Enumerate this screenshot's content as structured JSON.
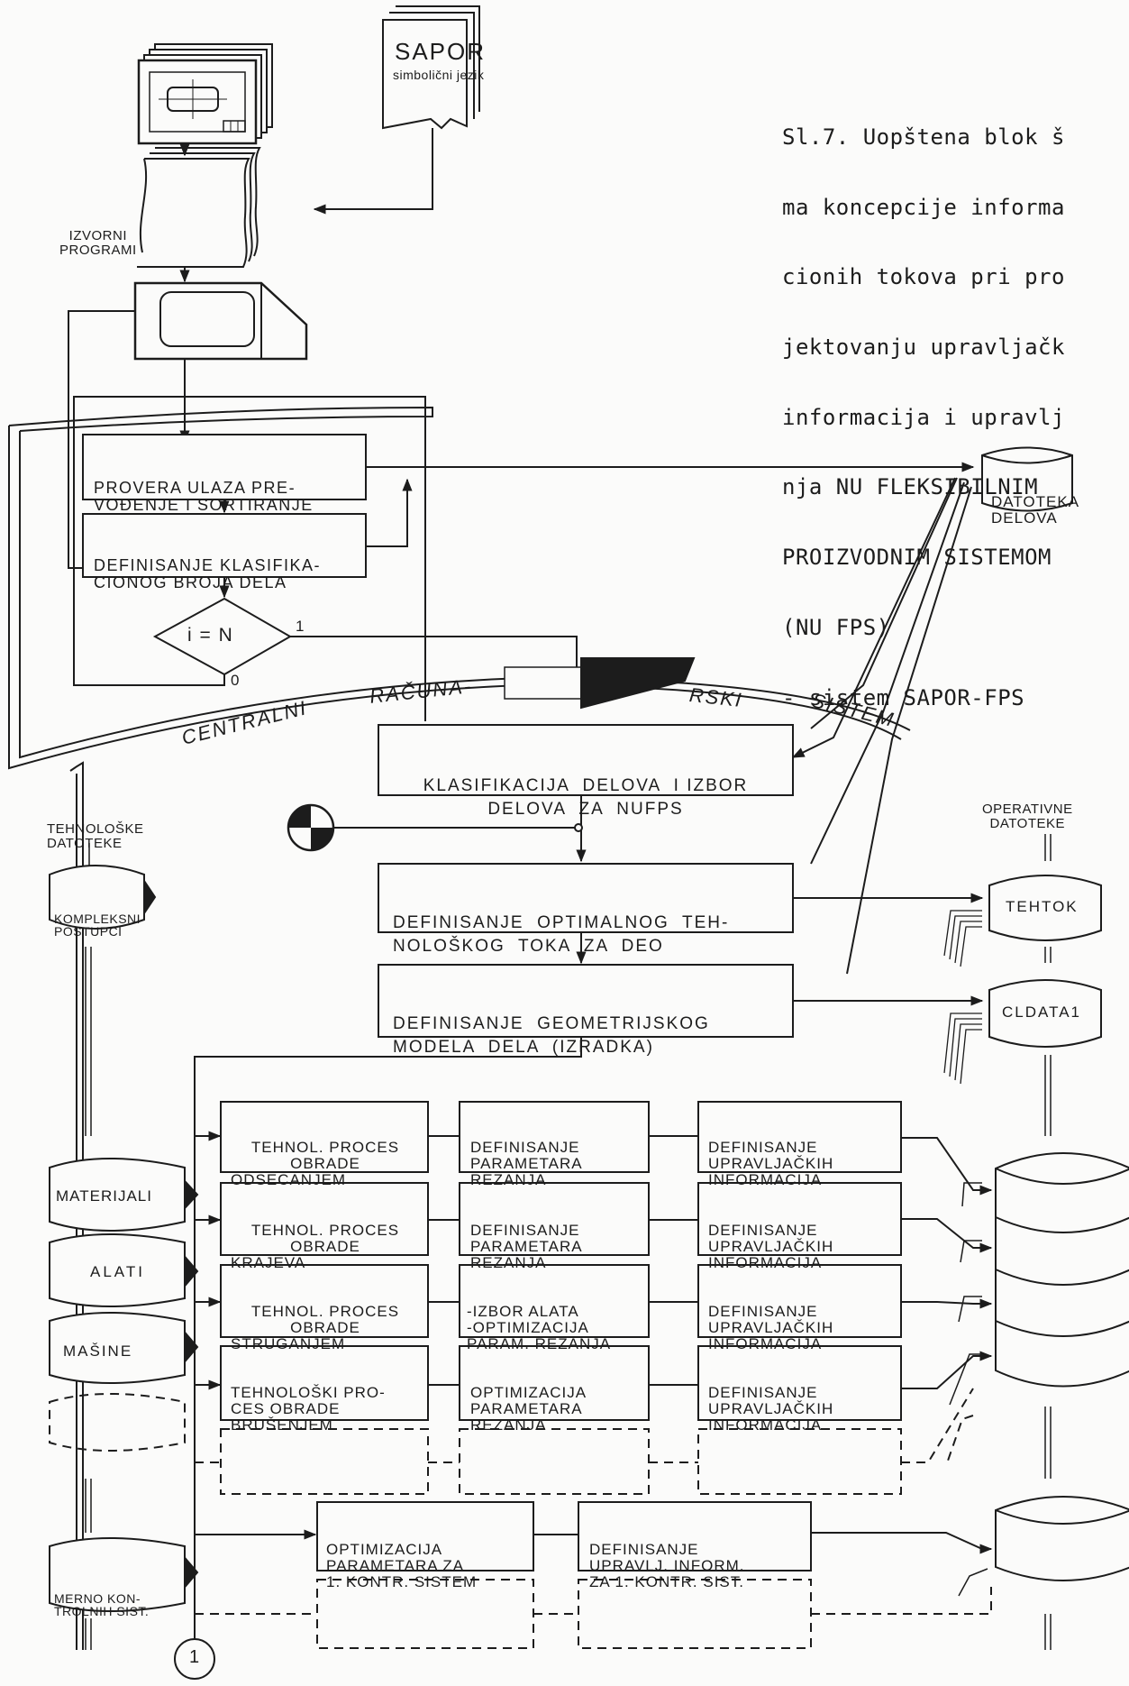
{
  "caption": [
    "Sl.7. Uopštena blok š",
    "ma koncepcije informa",
    "cionih tokova pri pro",
    "jektovanju upravljačk",
    "informacija i upravlj",
    "nja NU FLEKSIBILNIM",
    "PROIZVODNIM SISTEMOM",
    "(NU FPS)",
    "- sistem SAPOR-FPS"
  ],
  "sapor": {
    "title": "SAPOR",
    "subtitle": "simbolični jezik"
  },
  "izvorni": [
    "IZVORNI",
    "PROGRAMI"
  ],
  "upper_loop": {
    "box1": [
      "PROVERA ULAZA PRE-",
      "VOĐENJE I SORTIRANJE"
    ],
    "box2": [
      "DEFINISANJE KLASIFIKA-",
      "CIONOG BROJA DELA"
    ],
    "decision": "i = N",
    "branch_yes": "1",
    "branch_no": "0"
  },
  "central_system": [
    "CENTRALNI",
    "RAČUNA-",
    "RSKI",
    "SISTEM"
  ],
  "main_flow": [
    [
      "KLASIFIKACIJA  DELOVA  I IZBOR",
      "DELOVA  ZA  NUFPS"
    ],
    [
      "DEFINISANJE  OPTIMALNOG  TEH-",
      "NOLOŠKOG  TOKA  ZA  DEO"
    ],
    [
      "DEFINISANJE  GEOMETRIJSKOG",
      "MODELA  DELA  (IZRADKA)"
    ]
  ],
  "datoteke": {
    "delova": [
      "DATOTEKA",
      "DELOVA"
    ],
    "operativne": [
      "OPERATIVNE",
      "DATOTEKE"
    ],
    "tehnoloske": [
      "TEHNOLOŠKE",
      "DATOTEKE"
    ],
    "tehtok": "TEHTOK",
    "cldata": "CLDATA1",
    "kompleksni": [
      "KOMPLEKSNI",
      "POSTUPCI"
    ],
    "materijali": "MATERIJALI",
    "alati": "ALATI",
    "masine": "MAŠINE",
    "merno": [
      "MERNO KON-",
      "TROLNIH SIST."
    ]
  },
  "process_rows": [
    {
      "a": [
        "TEHNOL. PROCES",
        "OBRADE",
        "ODSECANJEM"
      ],
      "b": [
        "DEFINISANJE",
        "PARAMETARA",
        "REZANJA"
      ],
      "c": [
        "DEFINISANJE",
        "UPRAVLJAČKIH",
        "INFORMACIJA"
      ]
    },
    {
      "a": [
        "TEHNOL. PROCES",
        "OBRADE",
        "KRAJEVA"
      ],
      "b": [
        "DEFINISANJE",
        "PARAMETARA",
        "REZANJA"
      ],
      "c": [
        "DEFINISANJE",
        "UPRAVLJAČKIH",
        "INFORMACIJA"
      ]
    },
    {
      "a": [
        "TEHNOL. PROCES",
        "OBRADE",
        "STRUGANJEM"
      ],
      "b": [
        "-IZBOR ALATA",
        "-OPTIMIZACIJA",
        "PARAM. REZANJA"
      ],
      "c": [
        "DEFINISANJE",
        "UPRAVLJAČKIH",
        "INFORMACIJA"
      ]
    },
    {
      "a": [
        "TEHNOLOŠKI PRO-",
        "CES OBRADE",
        "BRUŠENJEM"
      ],
      "b": [
        "OPTIMIZACIJA",
        "PARAMETARA",
        "REZANJA"
      ],
      "c": [
        "DEFINISANJE",
        "UPRAVLJAČKIH",
        "INFORMACIJA"
      ]
    }
  ],
  "control_row": {
    "a": [
      "OPTIMIZACIJA",
      "PARAMETARA ZA",
      "1. KONTR. SISTEM"
    ],
    "b": [
      "DEFINISANJE",
      "UPRAVLJ. INFORM.",
      "ZA 1. KONTR. SIST."
    ]
  },
  "connector_label": "1"
}
